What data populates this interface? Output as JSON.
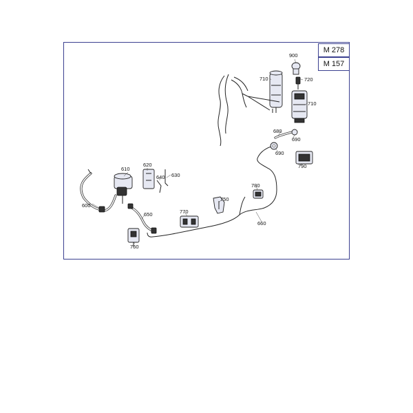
{
  "models": [
    {
      "label": "M 278"
    },
    {
      "label": "M 157"
    }
  ],
  "parts": [
    {
      "id": "600"
    },
    {
      "id": "610"
    },
    {
      "id": "620"
    },
    {
      "id": "630"
    },
    {
      "id": "640"
    },
    {
      "id": "650"
    },
    {
      "id": "660"
    },
    {
      "id": "680"
    },
    {
      "id": "690"
    },
    {
      "id": "690"
    },
    {
      "id": "710"
    },
    {
      "id": "710"
    },
    {
      "id": "720"
    },
    {
      "id": "750"
    },
    {
      "id": "760"
    },
    {
      "id": "770"
    },
    {
      "id": "780"
    },
    {
      "id": "790"
    },
    {
      "id": "900"
    }
  ],
  "colors": {
    "frame": "#3a3f8f",
    "line": "#222222",
    "part_fill": "#e6e8f2"
  }
}
